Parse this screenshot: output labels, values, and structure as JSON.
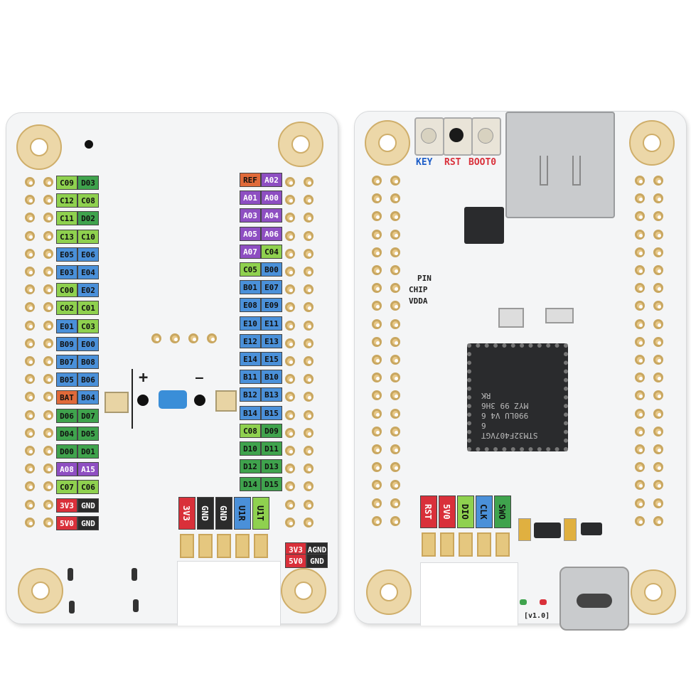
{
  "left_labels": [
    {
      "a": "C09",
      "b": "D03",
      "ca": "#8fd14f",
      "cb": "#3fa34d"
    },
    {
      "a": "C12",
      "b": "C08",
      "ca": "#8fd14f",
      "cb": "#8fd14f"
    },
    {
      "a": "C11",
      "b": "D02",
      "ca": "#8fd14f",
      "cb": "#3fa34d"
    },
    {
      "a": "C13",
      "b": "C10",
      "ca": "#8fd14f",
      "cb": "#8fd14f"
    },
    {
      "a": "E05",
      "b": "E06",
      "ca": "#4a90d9",
      "cb": "#4a90d9"
    },
    {
      "a": "E03",
      "b": "E04",
      "ca": "#4a90d9",
      "cb": "#4a90d9"
    },
    {
      "a": "C00",
      "b": "E02",
      "ca": "#8fd14f",
      "cb": "#4a90d9"
    },
    {
      "a": "C02",
      "b": "C01",
      "ca": "#8fd14f",
      "cb": "#8fd14f"
    },
    {
      "a": "E01",
      "b": "C03",
      "ca": "#4a90d9",
      "cb": "#8fd14f"
    },
    {
      "a": "B09",
      "b": "E00",
      "ca": "#4a90d9",
      "cb": "#4a90d9"
    },
    {
      "a": "B07",
      "b": "B08",
      "ca": "#4a90d9",
      "cb": "#4a90d9"
    },
    {
      "a": "B05",
      "b": "B06",
      "ca": "#4a90d9",
      "cb": "#4a90d9"
    },
    {
      "a": "BAT",
      "b": "B04",
      "ca": "#e06a3a",
      "cb": "#4a90d9"
    },
    {
      "a": "D06",
      "b": "D07",
      "ca": "#3fa34d",
      "cb": "#3fa34d"
    },
    {
      "a": "D04",
      "b": "D05",
      "ca": "#3fa34d",
      "cb": "#3fa34d"
    },
    {
      "a": "D00",
      "b": "D01",
      "ca": "#3fa34d",
      "cb": "#3fa34d"
    },
    {
      "a": "A08",
      "b": "A15",
      "ca": "#8e4fc2",
      "cb": "#8e4fc2"
    },
    {
      "a": "C07",
      "b": "C06",
      "ca": "#8fd14f",
      "cb": "#8fd14f"
    },
    {
      "a": "3V3",
      "b": "GND",
      "ca": "#d9303a",
      "cb": "#2b2b2b"
    },
    {
      "a": "5V0",
      "b": "GND",
      "ca": "#d9303a",
      "cb": "#2b2b2b"
    }
  ],
  "right_labels": [
    {
      "a": "REF",
      "b": "A02",
      "ca": "#e06a3a",
      "cb": "#8e4fc2"
    },
    {
      "a": "A01",
      "b": "A00",
      "ca": "#8e4fc2",
      "cb": "#8e4fc2"
    },
    {
      "a": "A03",
      "b": "A04",
      "ca": "#8e4fc2",
      "cb": "#8e4fc2"
    },
    {
      "a": "A05",
      "b": "A06",
      "ca": "#8e4fc2",
      "cb": "#8e4fc2"
    },
    {
      "a": "A07",
      "b": "C04",
      "ca": "#8e4fc2",
      "cb": "#8fd14f"
    },
    {
      "a": "C05",
      "b": "B00",
      "ca": "#8fd14f",
      "cb": "#4a90d9"
    },
    {
      "a": "B01",
      "b": "E07",
      "ca": "#4a90d9",
      "cb": "#4a90d9"
    },
    {
      "a": "E08",
      "b": "E09",
      "ca": "#4a90d9",
      "cb": "#4a90d9"
    },
    {
      "a": "E10",
      "b": "E11",
      "ca": "#4a90d9",
      "cb": "#4a90d9"
    },
    {
      "a": "E12",
      "b": "E13",
      "ca": "#4a90d9",
      "cb": "#4a90d9"
    },
    {
      "a": "E14",
      "b": "E15",
      "ca": "#4a90d9",
      "cb": "#4a90d9"
    },
    {
      "a": "B11",
      "b": "B10",
      "ca": "#4a90d9",
      "cb": "#4a90d9"
    },
    {
      "a": "B12",
      "b": "B13",
      "ca": "#4a90d9",
      "cb": "#4a90d9"
    },
    {
      "a": "B14",
      "b": "B15",
      "ca": "#4a90d9",
      "cb": "#4a90d9"
    },
    {
      "a": "C08",
      "b": "D09",
      "ca": "#8fd14f",
      "cb": "#3fa34d"
    },
    {
      "a": "D10",
      "b": "D11",
      "ca": "#3fa34d",
      "cb": "#3fa34d"
    },
    {
      "a": "D12",
      "b": "D13",
      "ca": "#3fa34d",
      "cb": "#3fa34d"
    },
    {
      "a": "D14",
      "b": "D15",
      "ca": "#3fa34d",
      "cb": "#3fa34d"
    }
  ],
  "left_bottom_header": [
    {
      "t": "3V3",
      "c": "#d9303a"
    },
    {
      "t": "GND",
      "c": "#2b2b2b"
    },
    {
      "t": "GND",
      "c": "#2b2b2b"
    },
    {
      "t": "U1R",
      "c": "#4a90d9"
    },
    {
      "t": "U1T",
      "c": "#8fd14f"
    }
  ],
  "right_bottom_header": [
    {
      "t": "RST",
      "c": "#d9303a"
    },
    {
      "t": "5V0",
      "c": "#d9303a"
    },
    {
      "t": "DIO",
      "c": "#8fd14f"
    },
    {
      "t": "CLK",
      "c": "#4a90d9"
    },
    {
      "t": "SWO",
      "c": "#3fa34d"
    }
  ],
  "agnd_labels": [
    {
      "a": "3V3",
      "b": "AGND",
      "ca": "#d9303a",
      "cb": "#2b2b2b"
    },
    {
      "a": "5V0",
      "b": "GND",
      "ca": "#d9303a",
      "cb": "#2b2b2b"
    }
  ],
  "buttons": {
    "key": "KEY",
    "rst": "RST",
    "boot": "BOOT0"
  },
  "jumper": {
    "pin": "PIN",
    "chip": "CHIP",
    "vdda": "VDDA"
  },
  "mcu": {
    "line1": "RK",
    "line2": "MYZ 99 3H6",
    "line3": "990LU V4 6",
    "line4": "6",
    "line5": "STM32F407VGT"
  },
  "version": "[v1.0]",
  "polarity": {
    "plus": "+",
    "minus": "—"
  },
  "colors": {
    "board": "#f4f5f6",
    "pad": "#e5c77f",
    "chip": "#2a2b2d"
  }
}
